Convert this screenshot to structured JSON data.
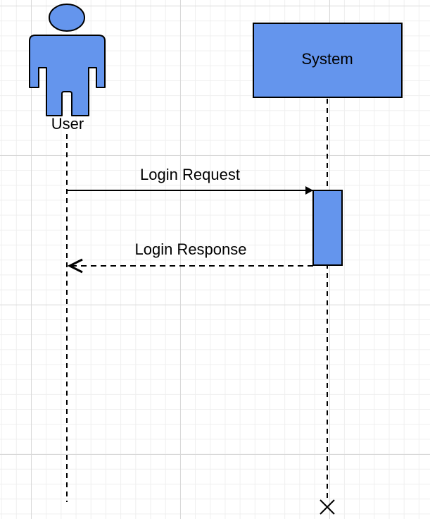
{
  "participants": {
    "user": {
      "label": "User"
    },
    "system": {
      "label": "System"
    }
  },
  "messages": {
    "request": {
      "label": "Login Request"
    },
    "response": {
      "label": "Login Response"
    }
  },
  "colors": {
    "fill": "#6495ED",
    "stroke": "#000000",
    "grid_major": "#d8d8d8",
    "grid_minor": "#efefef"
  }
}
